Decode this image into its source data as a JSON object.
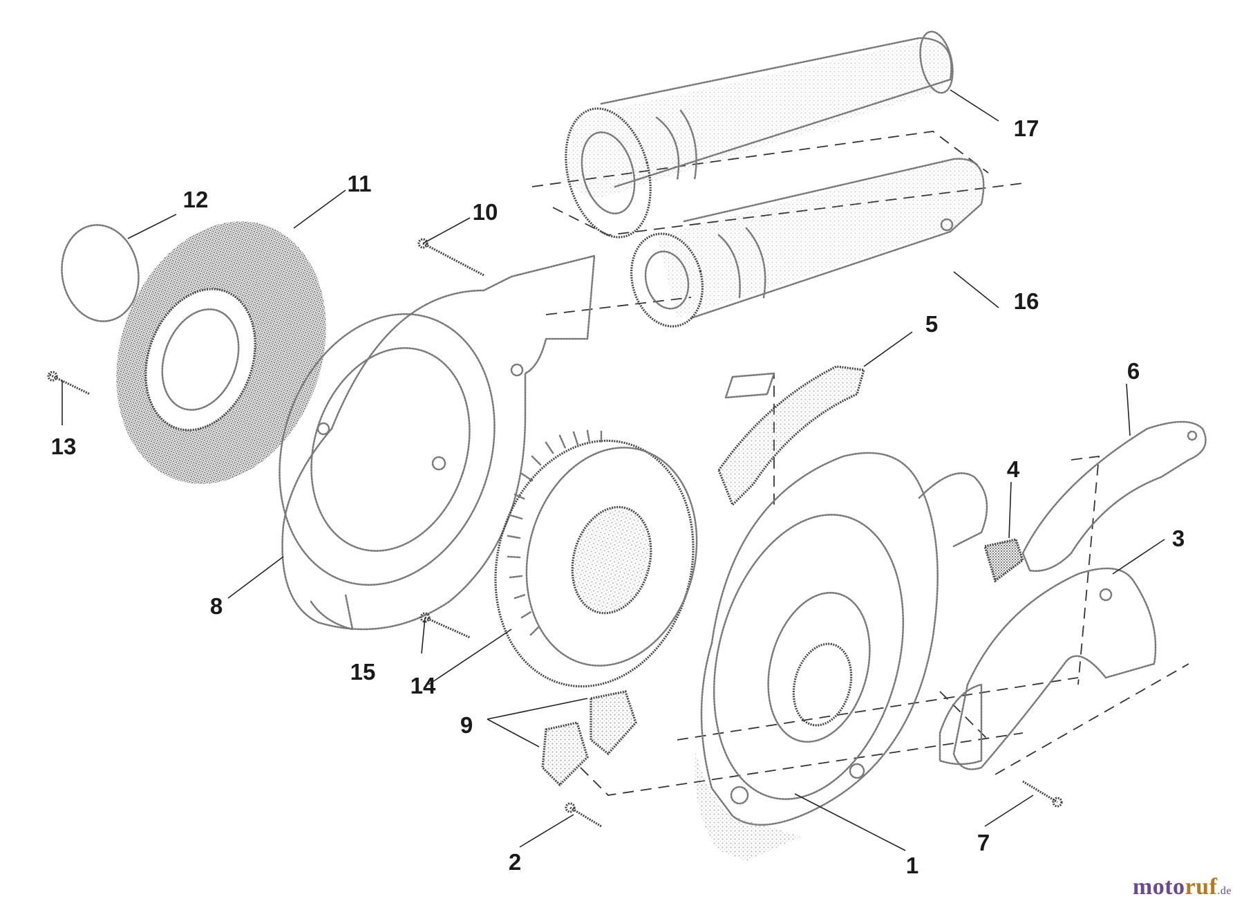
{
  "part_labels": {
    "p1": "1",
    "p2": "2",
    "p3": "3",
    "p4": "4",
    "p5": "5",
    "p6": "6",
    "p7": "7",
    "p8": "8",
    "p9": "9",
    "p10": "10",
    "p11": "11",
    "p12": "12",
    "p13": "13",
    "p14": "14",
    "p15": "15",
    "p16": "16",
    "p17": "17"
  },
  "watermark": {
    "part1": "moto",
    "part2": "ruf",
    "tld": ".de"
  }
}
